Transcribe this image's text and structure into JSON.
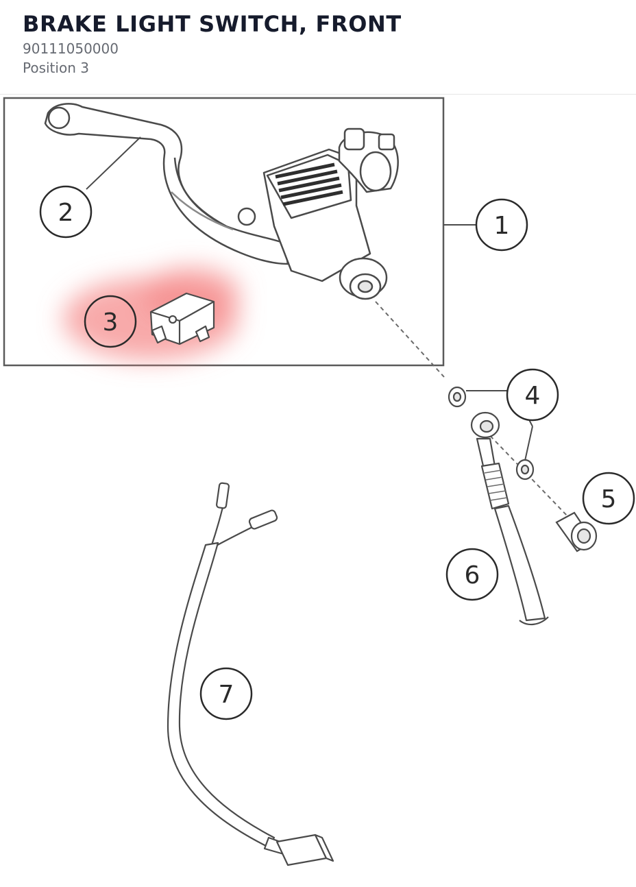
{
  "header": {
    "title": "BRAKE LIGHT SWITCH, FRONT",
    "part_number": "90111050000",
    "position": "Position 3"
  },
  "diagram": {
    "callouts": [
      {
        "id": "callout-1",
        "label": "1"
      },
      {
        "id": "callout-2",
        "label": "2"
      },
      {
        "id": "callout-3",
        "label": "3"
      },
      {
        "id": "callout-4",
        "label": "4"
      },
      {
        "id": "callout-5",
        "label": "5"
      },
      {
        "id": "callout-6",
        "label": "6"
      },
      {
        "id": "callout-7",
        "label": "7"
      }
    ],
    "highlighted_position": "3",
    "colors": {
      "line": "#4a4a4a",
      "highlight": "#f58e8e",
      "fill_gray": "#d2d2d2"
    }
  }
}
